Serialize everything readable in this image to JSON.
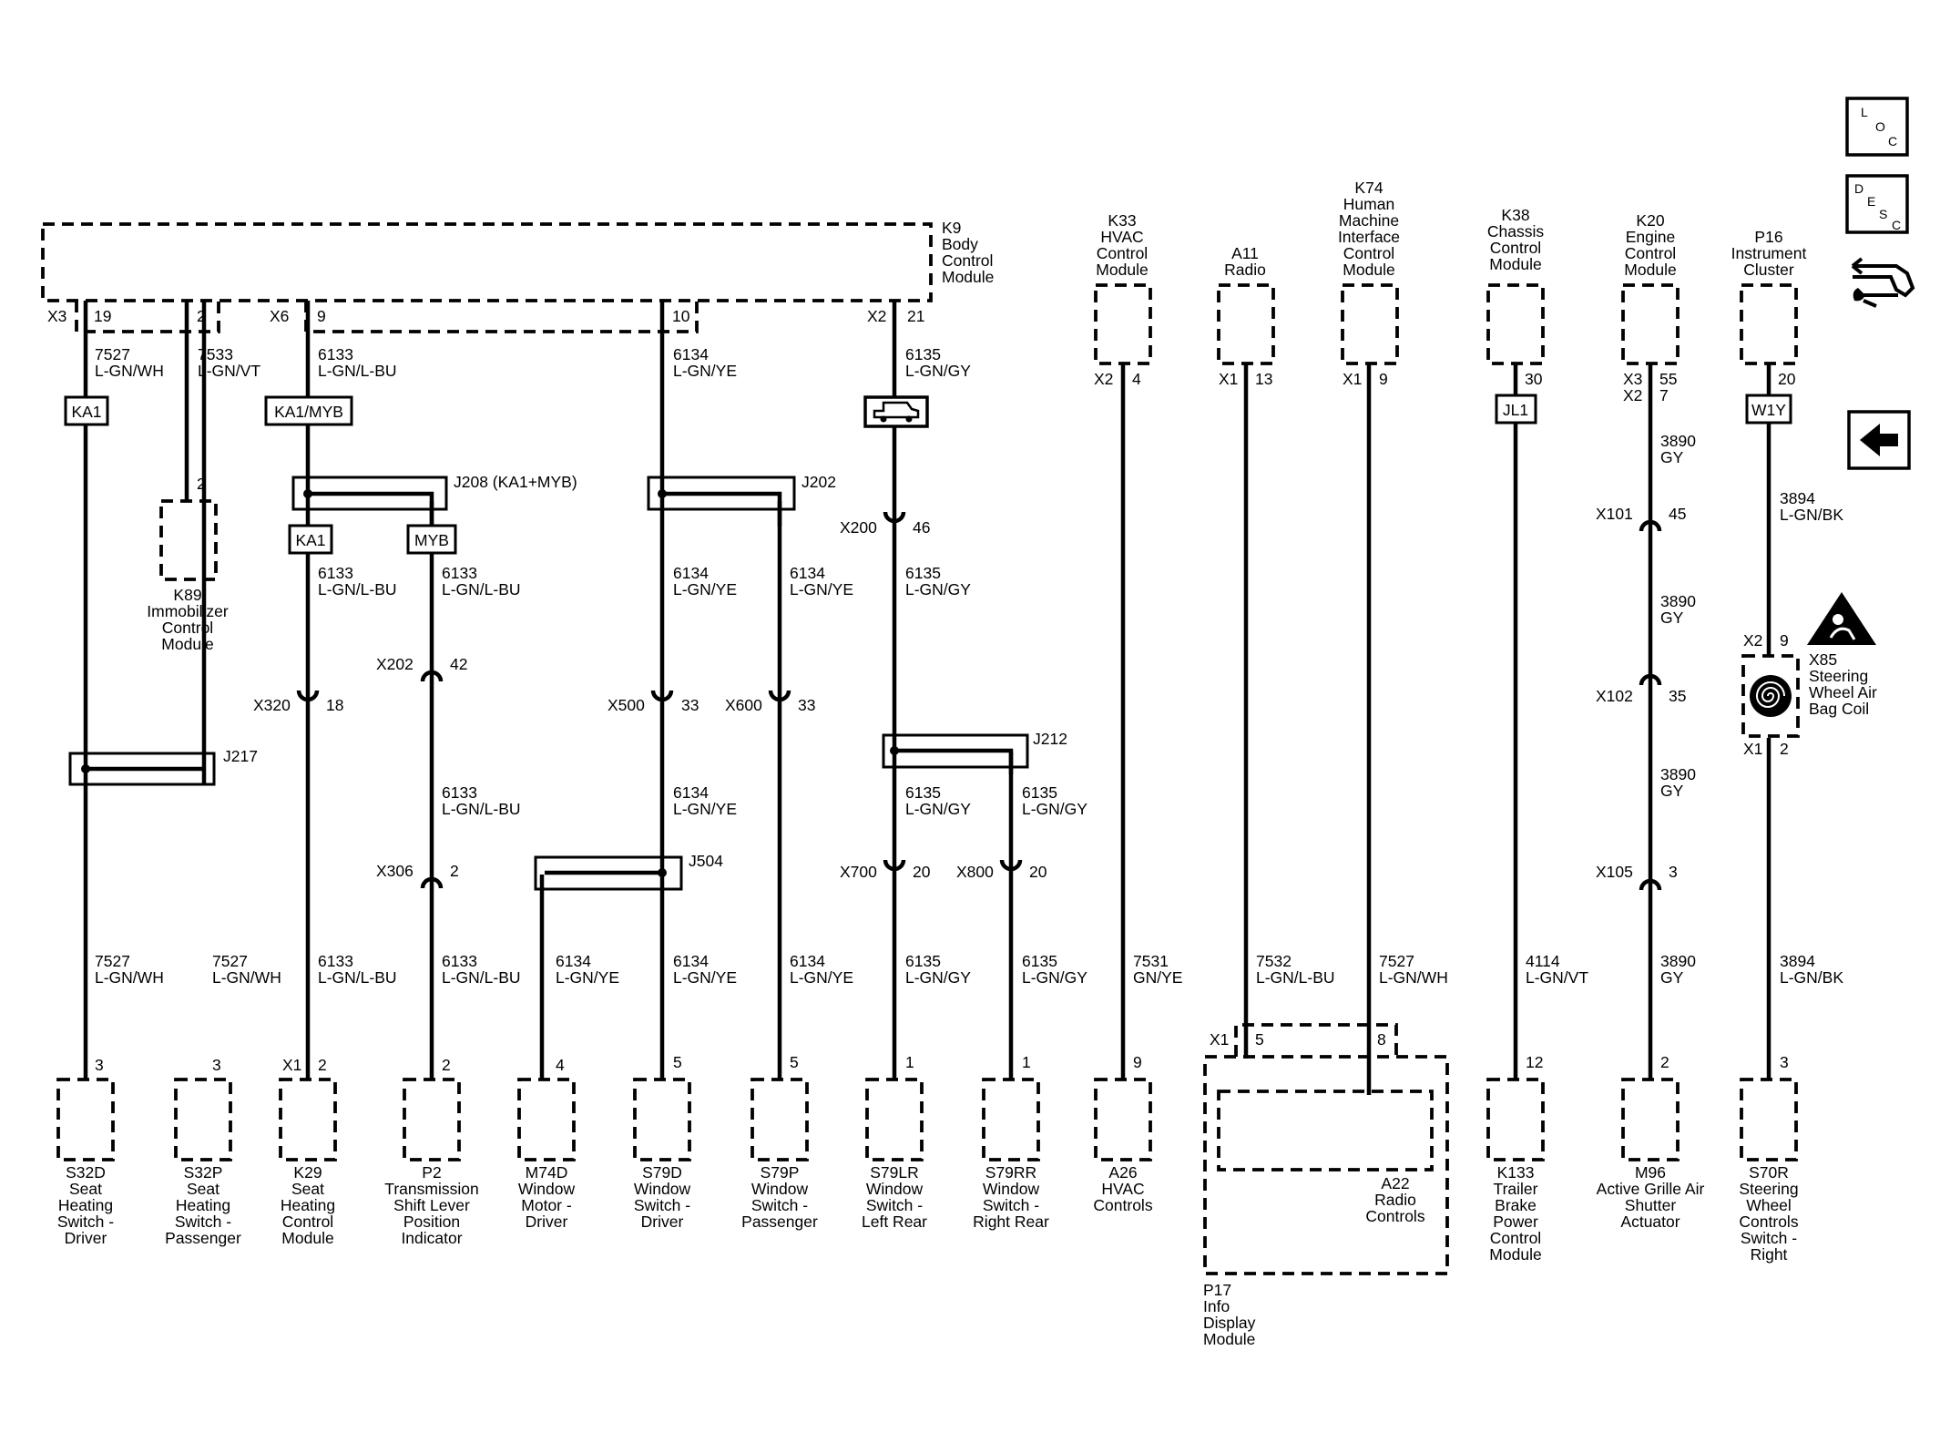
{
  "modules": {
    "K9": [
      "K9",
      "Body",
      "Control",
      "Module"
    ],
    "K33": [
      "K33",
      "HVAC",
      "Control",
      "Module"
    ],
    "A11": [
      "A11",
      "Radio"
    ],
    "K74": [
      "K74",
      "Human",
      "Machine",
      "Interface",
      "Control",
      "Module"
    ],
    "K38": [
      "K38",
      "Chassis",
      "Control",
      "Module"
    ],
    "K20": [
      "K20",
      "Engine",
      "Control",
      "Module"
    ],
    "P16": [
      "P16",
      "Instrument",
      "Cluster"
    ],
    "K89": [
      "K89",
      "Immobilizer",
      "Control",
      "Module"
    ],
    "X85": [
      "X85",
      "Steering",
      "Wheel Air",
      "Bag Coil"
    ],
    "P17": [
      "P17",
      "Info",
      "Display",
      "Module"
    ],
    "A22": [
      "A22",
      "Radio",
      "Controls"
    ]
  },
  "bottom_labels": {
    "S32D": [
      "S32D",
      "Seat",
      "Heating",
      "Switch -",
      "Driver"
    ],
    "S32P": [
      "S32P",
      "Seat",
      "Heating",
      "Switch -",
      "Passenger"
    ],
    "K29": [
      "K29",
      "Seat",
      "Heating",
      "Control",
      "Module"
    ],
    "P2": [
      "P2",
      "Transmission",
      "Shift Lever",
      "Position",
      "Indicator"
    ],
    "M74D": [
      "M74D",
      "Window",
      "Motor -",
      "Driver"
    ],
    "S79D": [
      "S79D",
      "Window",
      "Switch -",
      "Driver"
    ],
    "S79P": [
      "S79P",
      "Window",
      "Switch -",
      "Passenger"
    ],
    "S79LR": [
      "S79LR",
      "Window",
      "Switch -",
      "Left Rear"
    ],
    "S79RR": [
      "S79RR",
      "Window",
      "Switch -",
      "Right Rear"
    ],
    "A26": [
      "A26",
      "HVAC",
      "Controls"
    ],
    "K133": [
      "K133",
      "Trailer",
      "Brake",
      "Power",
      "Control",
      "Module"
    ],
    "M96": [
      "M96",
      "Active Grille Air",
      "Shutter",
      "Actuator"
    ],
    "S70R": [
      "S70R",
      "Steering",
      "Wheel",
      "Controls",
      "Switch -",
      "Right"
    ]
  },
  "circuit_labels": {
    "c7527a": [
      "7527",
      "L-GN/WH"
    ],
    "c7533": [
      "7533",
      "L-GN/VT"
    ],
    "c6133a": [
      "6133",
      "L-GN/L-BU"
    ],
    "c6134a": [
      "6134",
      "L-GN/YE"
    ],
    "c6135a": [
      "6135",
      "L-GN/GY"
    ],
    "c6133b": [
      "6133",
      "L-GN/L-BU"
    ],
    "c6133c": [
      "6133",
      "L-GN/L-BU"
    ],
    "c6134b": [
      "6134",
      "L-GN/YE"
    ],
    "c6134c": [
      "6134",
      "L-GN/YE"
    ],
    "c6135b": [
      "6135",
      "L-GN/GY"
    ],
    "c6133d": [
      "6133",
      "L-GN/L-BU"
    ],
    "c6134d": [
      "6134",
      "L-GN/YE"
    ],
    "c6135c": [
      "6135",
      "L-GN/GY"
    ],
    "c6135d": [
      "6135",
      "L-GN/GY"
    ],
    "c3890a": [
      "3890",
      "GY"
    ],
    "c3894a": [
      "3894",
      "L-GN/BK"
    ],
    "c3890b": [
      "3890",
      "GY"
    ],
    "c3890c": [
      "3890",
      "GY"
    ],
    "c7527b": [
      "7527",
      "L-GN/WH"
    ],
    "c7527c": [
      "7527",
      "L-GN/WH"
    ],
    "c6133e": [
      "6133",
      "L-GN/L-BU"
    ],
    "c6133f": [
      "6133",
      "L-GN/L-BU"
    ],
    "c6134e": [
      "6134",
      "L-GN/YE"
    ],
    "c6134f": [
      "6134",
      "L-GN/YE"
    ],
    "c6134g": [
      "6134",
      "L-GN/YE"
    ],
    "c6135e": [
      "6135",
      "L-GN/GY"
    ],
    "c6135f": [
      "6135",
      "L-GN/GY"
    ],
    "c7531": [
      "7531",
      "GN/YE"
    ],
    "c7532": [
      "7532",
      "L-GN/L-BU"
    ],
    "c7527d": [
      "7527",
      "L-GN/WH"
    ],
    "c4114": [
      "4114",
      "L-GN/VT"
    ],
    "c3890d": [
      "3890",
      "GY"
    ],
    "c3894b": [
      "3894",
      "L-GN/BK"
    ]
  },
  "top_pins": {
    "k9_x3": "X3",
    "k9_19": "19",
    "k9_2": "2",
    "k9_x6": "X6",
    "k9_9": "9",
    "k9_10": "10",
    "k9_x2": "X2",
    "k9_21": "21",
    "k33_x2": "X2",
    "k33_4": "4",
    "a11_x1": "X1",
    "a11_13": "13",
    "k74_x1": "X1",
    "k74_9": "9",
    "k38_30": "30",
    "k20_x3": "X3",
    "k20_55": "55",
    "k20_x2": "X2",
    "k20_7": "7",
    "p16_20": "20",
    "k89_2": "2",
    "x85_x2": "X2",
    "x85_9": "9",
    "x85_x1": "X1",
    "x85_2": "2"
  },
  "bottom_pins": {
    "s32d": "3",
    "s32p": "3",
    "k29_x1": "X1",
    "k29": "2",
    "p2": "2",
    "m74d": "4",
    "s79d": "5",
    "s79p": "5",
    "s79lr": "1",
    "s79rr": "1",
    "a26": "9",
    "p17_x1": "X1",
    "p17_5": "5",
    "p17_8": "8",
    "k133": "12",
    "m96": "2",
    "s70r": "3"
  },
  "inline_connectors": {
    "x320": [
      "X320",
      "18"
    ],
    "x202": [
      "X202",
      "42"
    ],
    "x306": [
      "X306",
      "2"
    ],
    "x500": [
      "X500",
      "33"
    ],
    "x600": [
      "X600",
      "33"
    ],
    "x200": [
      "X200",
      "46"
    ],
    "x700": [
      "X700",
      "20"
    ],
    "x800": [
      "X800",
      "20"
    ],
    "x101": [
      "X101",
      "45"
    ],
    "x102": [
      "X102",
      "35"
    ],
    "x105": [
      "X105",
      "3"
    ]
  },
  "splices": {
    "j208": "J208  (KA1+MYB)",
    "j202": "J202",
    "j217": "J217",
    "j504": "J504",
    "j212": "J212"
  },
  "option_tags": {
    "ka1_a": "KA1",
    "ka1myb": "KA1/MYB",
    "ka1_b": "KA1",
    "myb": "MYB",
    "jl1": "JL1",
    "w1y": "W1Y"
  },
  "nav_buttons": {
    "loc": [
      "L",
      "O",
      "C"
    ],
    "desc": [
      "D",
      "E",
      "S",
      "C"
    ]
  },
  "icons": [
    "trailer-icon",
    "airbag-warning-icon",
    "clockspring-icon",
    "wiring-harness-icon",
    "back-arrow-icon"
  ]
}
